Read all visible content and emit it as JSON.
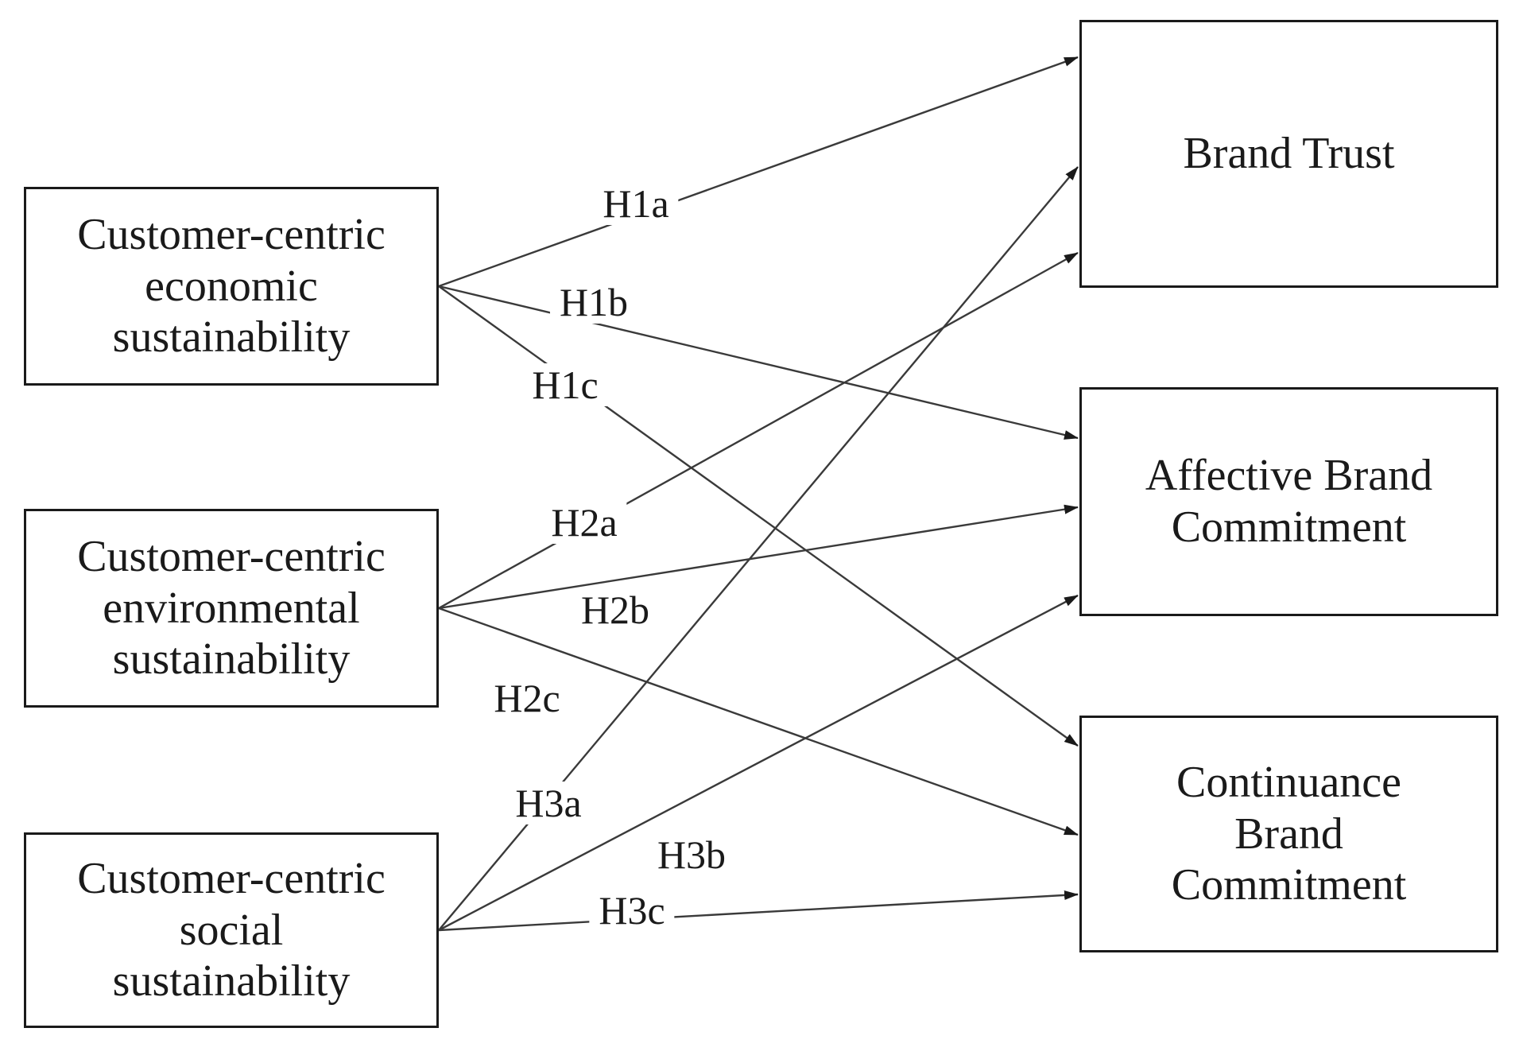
{
  "figure": {
    "type": "hypothesis-path-diagram",
    "colors": {
      "background": "#ffffff",
      "box_border": "#1a1a1a",
      "arrow_line": "#3a3a3a",
      "text": "#1a1a1a"
    },
    "constructs": {
      "economic": {
        "label": "Customer-centric\neconomic\nsustainability"
      },
      "environmental": {
        "label": "Customer-centric\nenvironmental\nsustainability"
      },
      "social": {
        "label": "Customer-centric\nsocial\nsustainability"
      },
      "brand_trust": {
        "label": "Brand Trust"
      },
      "affective": {
        "label": "Affective Brand\nCommitment"
      },
      "continuance": {
        "label": "Continuance\nBrand\nCommitment"
      }
    },
    "hypotheses": [
      {
        "id": "H1a",
        "label": "H1a",
        "from": "Customer-centric economic sustainability",
        "to": "Brand Trust"
      },
      {
        "id": "H1b",
        "label": "H1b",
        "from": "Customer-centric economic sustainability",
        "to": "Affective Brand Commitment"
      },
      {
        "id": "H1c",
        "label": "H1c",
        "from": "Customer-centric economic sustainability",
        "to": "Continuance Brand Commitment"
      },
      {
        "id": "H2a",
        "label": "H2a",
        "from": "Customer-centric environmental sustainability",
        "to": "Brand Trust"
      },
      {
        "id": "H2b",
        "label": "H2b",
        "from": "Customer-centric environmental sustainability",
        "to": "Affective Brand Commitment"
      },
      {
        "id": "H2c",
        "label": "H2c",
        "from": "Customer-centric environmental sustainability",
        "to": "Continuance Brand Commitment"
      },
      {
        "id": "H3a",
        "label": "H3a",
        "from": "Customer-centric social sustainability",
        "to": "Brand Trust"
      },
      {
        "id": "H3b",
        "label": "H3b",
        "from": "Customer-centric social sustainability",
        "to": "Affective Brand Commitment"
      },
      {
        "id": "H3c",
        "label": "H3c",
        "from": "Customer-centric social sustainability",
        "to": "Continuance Brand Commitment"
      }
    ]
  }
}
